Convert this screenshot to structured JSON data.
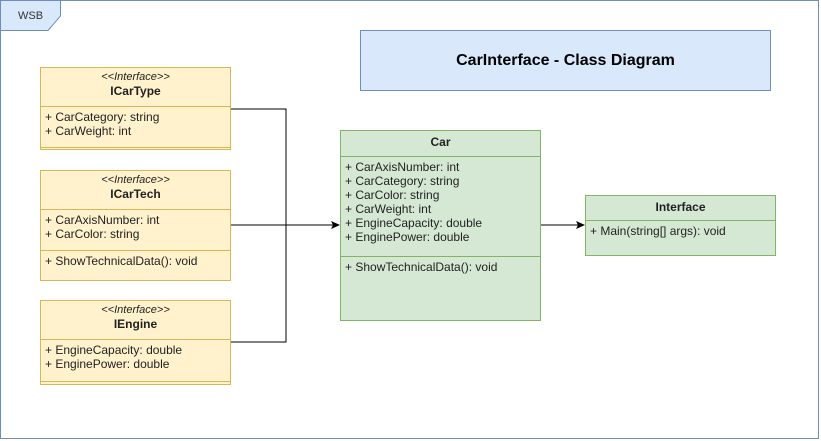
{
  "frame_label": "WSB",
  "title": "CarInterface - Class Diagram",
  "classes": {
    "icartype": {
      "stereotype": "<<Interface>>",
      "name": "ICarType",
      "attributes": [
        "+ CarCategory: string",
        "+ CarWeight: int"
      ],
      "methods": []
    },
    "icartech": {
      "stereotype": "<<Interface>>",
      "name": "ICarTech",
      "attributes": [
        "+ CarAxisNumber: int",
        "+ CarColor: string"
      ],
      "methods": [
        "+ ShowTechnicalData(): void"
      ]
    },
    "iengine": {
      "stereotype": "<<Interface>>",
      "name": "IEngine",
      "attributes": [
        "+ EngineCapacity: double",
        "+ EnginePower: double"
      ],
      "methods": []
    },
    "car": {
      "name": "Car",
      "attributes": [
        "+ CarAxisNumber: int",
        "+ CarCategory: string",
        "+ CarColor: string",
        "+ CarWeight: int",
        "+ EngineCapacity: double",
        "+ EnginePower: double"
      ],
      "methods": [
        "+ ShowTechnicalData(): void"
      ]
    },
    "interface": {
      "name": "Interface",
      "attributes": [],
      "methods": [
        "+ Main(string[] args): void"
      ]
    }
  },
  "colors": {
    "interface_fill": "#fff2cc",
    "interface_border": "#d6b656",
    "class_fill": "#d5e8d4",
    "class_border": "#82b366",
    "title_fill": "#dae8fc",
    "frame_border": "#6c8ebf"
  }
}
